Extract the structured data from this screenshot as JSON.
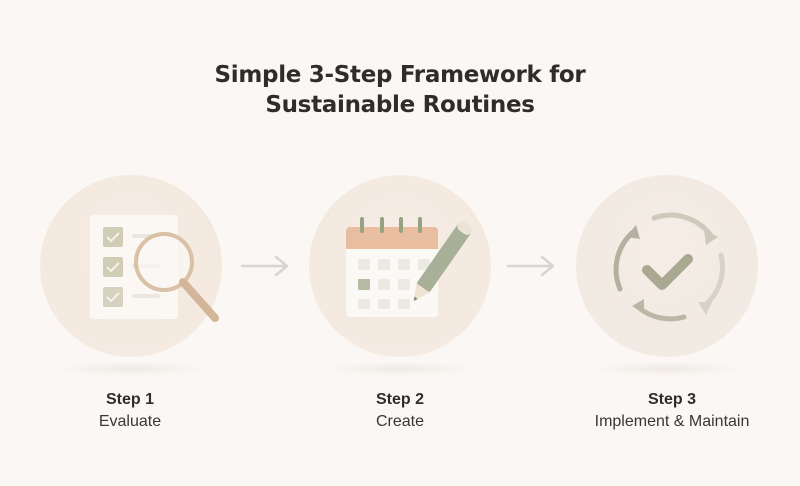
{
  "title": {
    "line1": "Simple 3-Step Framework for",
    "line2": "Sustainable Routines"
  },
  "colors": {
    "background": "#faf7f4",
    "circle": "#f4e9df",
    "sage": "#a9ad92",
    "tan": "#d6b89a",
    "peach": "#e8b596",
    "arrow": "#d9d4cf",
    "text": "#2f2c2a"
  },
  "steps": [
    {
      "number": "Step 1",
      "name": "Evaluate",
      "icon": "checklist-magnifier-icon"
    },
    {
      "number": "Step 2",
      "name": "Create",
      "icon": "calendar-pencil-icon"
    },
    {
      "number": "Step 3",
      "name": "Implement & Maintain",
      "icon": "cycle-check-icon"
    }
  ],
  "connectors": [
    "arrow-right-icon",
    "arrow-right-icon"
  ]
}
